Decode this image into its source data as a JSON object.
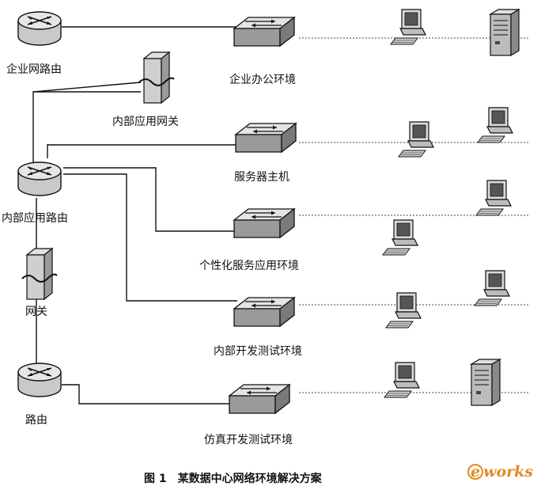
{
  "labels": {
    "enterprise_router": "企业网路由",
    "internal_app_gateway": "内部应用网关",
    "internal_app_router": "内部应用路由",
    "gateway": "网关",
    "router": "路由",
    "office_env": "企业办公环境",
    "server_host": "服务器主机",
    "personalized_env": "个性化服务应用环境",
    "internal_dev_test_env": "内部开发测试环境",
    "simulation_dev_test_env": "仿真开发测试环境"
  },
  "caption": "图 1　某数据中心网络环境解决方案",
  "watermark": {
    "prefix": "e",
    "rest": "works",
    "color": "#e08a1e"
  },
  "icons": {
    "router": "router-icon",
    "switch": "switch-icon",
    "gateway": "gateway-server-icon",
    "workstation": "computer-icon",
    "tower_server": "tower-server-icon"
  }
}
